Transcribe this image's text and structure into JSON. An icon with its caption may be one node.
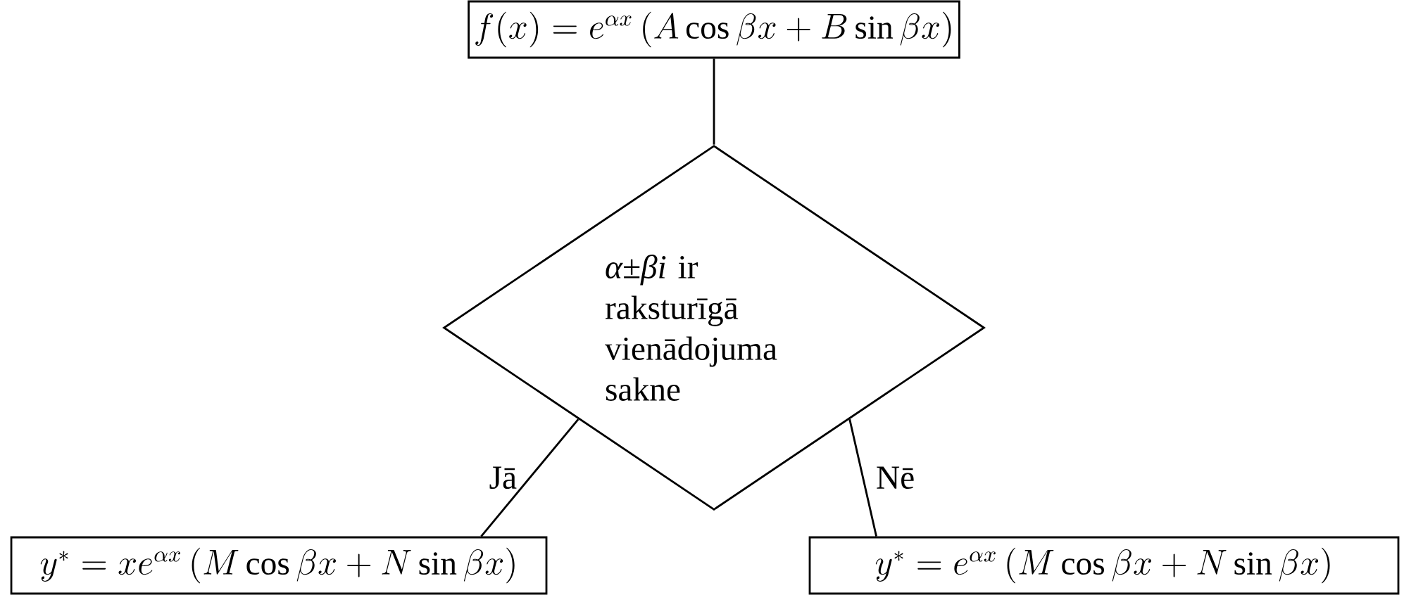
{
  "diagram": {
    "nodes": [
      {
        "text": [
          "f(x) = e^{\\alpha x}\\left(A\\cos\\beta x + B\\sin\\beta x\\right)"
        ]
      },
      {
        "text": [
          "*α±βi* ir raksturīgā vienādojuma sakne"
        ]
      },
      {
        "text": [
          "y^{*} = xe^{\\alpha x}\\left(M\\cos\\beta x + N\\sin\\beta x\\right)"
        ]
      },
      {
        "text": [
          "y^{*} = e^{\\alpha x}\\left(M\\cos\\beta x + N\\sin\\beta x\\right)"
        ]
      }
    ],
    "edges": [
      {
        "from": 0,
        "to": 1,
        "arrow": "none"
      },
      {
        "from": 1,
        "to": 2,
        "arrow": "none",
        "label": "Jā"
      },
      {
        "from": 1,
        "to": 3,
        "arrow": "none",
        "label": "Nē"
      }
    ]
  }
}
